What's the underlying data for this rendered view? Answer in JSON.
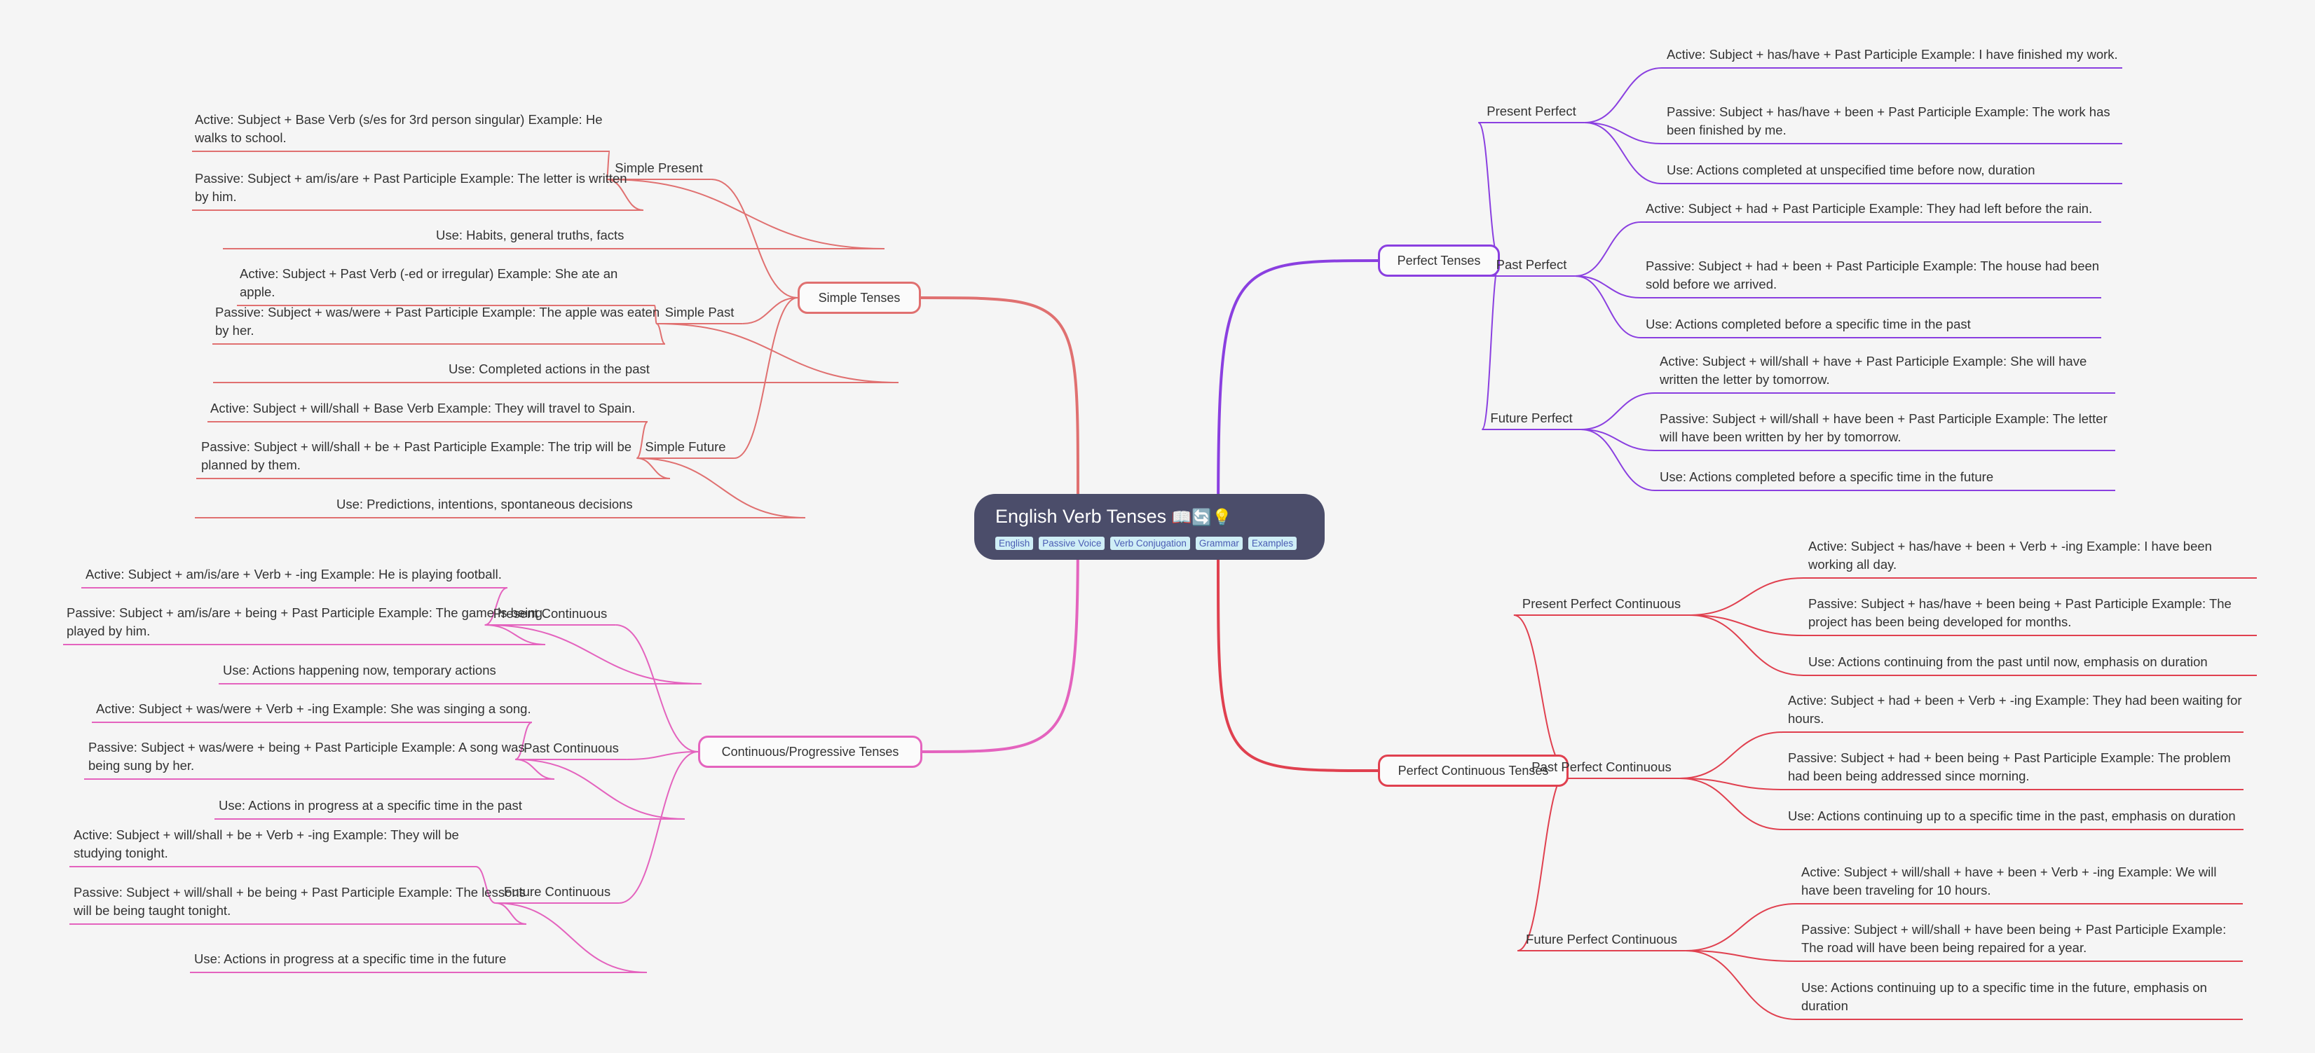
{
  "root": {
    "title": "English Verb Tenses",
    "emoji": "📖🔄💡",
    "tags": [
      "English",
      "Passive Voice",
      "Verb Conjugation",
      "Grammar",
      "Examples"
    ]
  },
  "branches": [
    {
      "label": "Simple Tenses",
      "color": "#e07070",
      "children": [
        {
          "label": "Simple Present",
          "leaves": [
            "Active: Subject + Base Verb (s/es for 3rd person singular)  Example: He walks to school.",
            "Passive: Subject + am/is/are + Past Participle Example: The letter is written by him.",
            "Use: Habits, general truths, facts"
          ]
        },
        {
          "label": "Simple Past",
          "leaves": [
            "Active: Subject + Past Verb (-ed or irregular) Example: She ate an apple.",
            "Passive: Subject + was/were + Past Participle Example: The apple was eaten by her.",
            "Use: Completed actions in the past"
          ]
        },
        {
          "label": "Simple Future",
          "leaves": [
            "Active: Subject + will/shall + Base Verb Example: They will travel to Spain.",
            "Passive: Subject + will/shall + be + Past Participle Example: The trip will be planned by them.",
            "Use: Predictions, intentions, spontaneous decisions"
          ]
        }
      ]
    },
    {
      "label": "Continuous/Progressive Tenses",
      "color": "#e463be",
      "children": [
        {
          "label": "Present Continuous",
          "leaves": [
            "Active: Subject + am/is/are + Verb + -ing Example: He is playing football.",
            "Passive: Subject + am/is/are + being + Past Participle Example: The game is being played by him.",
            "Use: Actions happening now, temporary actions"
          ]
        },
        {
          "label": "Past Continuous",
          "leaves": [
            "Active: Subject + was/were + Verb + -ing Example: She was singing a song.",
            "Passive: Subject + was/were + being + Past Participle Example: A song was being sung by her.",
            "Use: Actions in progress at a specific time in the past"
          ]
        },
        {
          "label": "Future Continuous",
          "leaves": [
            "Active: Subject + will/shall + be + Verb + -ing Example: They will be studying tonight.",
            "Passive: Subject + will/shall + be being + Past Participle Example: The lessons will be being taught tonight.",
            "Use: Actions in progress at a specific time in the future"
          ]
        }
      ]
    },
    {
      "label": "Perfect Tenses",
      "color": "#8a3fe0",
      "children": [
        {
          "label": "Present Perfect",
          "leaves": [
            "Active: Subject + has/have + Past Participle Example: I have finished my work.",
            "Passive: Subject + has/have + been + Past Participle Example: The work has been finished by me.",
            "Use: Actions completed at unspecified time before now, duration"
          ]
        },
        {
          "label": "Past Perfect",
          "leaves": [
            "Active: Subject + had + Past Participle Example:  They had left before the rain.",
            "Passive: Subject + had + been + Past Participle Example: The house had been sold before we arrived.",
            "Use: Actions completed before a specific time in the past"
          ]
        },
        {
          "label": "Future Perfect",
          "leaves": [
            "Active: Subject + will/shall + have + Past Participle Example: She will have written the letter by tomorrow.",
            "Passive: Subject + will/shall + have been + Past Participle Example: The letter will have been written by her by tomorrow.",
            "Use: Actions completed before a specific time in the future"
          ]
        }
      ]
    },
    {
      "label": "Perfect Continuous Tenses",
      "color": "#e0404f",
      "children": [
        {
          "label": "Present Perfect Continuous",
          "leaves": [
            "Active: Subject + has/have + been + Verb + -ing Example: I have been working all day.",
            "Passive: Subject + has/have + been being + Past Participle Example: The project has been being developed for months.",
            "Use: Actions continuing from the past until now, emphasis on duration"
          ]
        },
        {
          "label": "Past Perfect Continuous",
          "leaves": [
            "Active: Subject + had + been + Verb + -ing Example: They had been waiting for hours.",
            "Passive: Subject + had + been being + Past Participle Example: The problem had been being addressed since morning.",
            "Use: Actions continuing up to a specific time in the past, emphasis on duration"
          ]
        },
        {
          "label": "Future Perfect Continuous",
          "leaves": [
            "Active: Subject + will/shall + have + been + Verb + -ing Example: We will have been traveling for 10 hours.",
            "Passive: Subject + will/shall + have been being + Past Participle Example: The road will have been being repaired for a year.",
            "Use: Actions continuing up to a specific time in the future, emphasis on duration"
          ]
        }
      ]
    }
  ]
}
